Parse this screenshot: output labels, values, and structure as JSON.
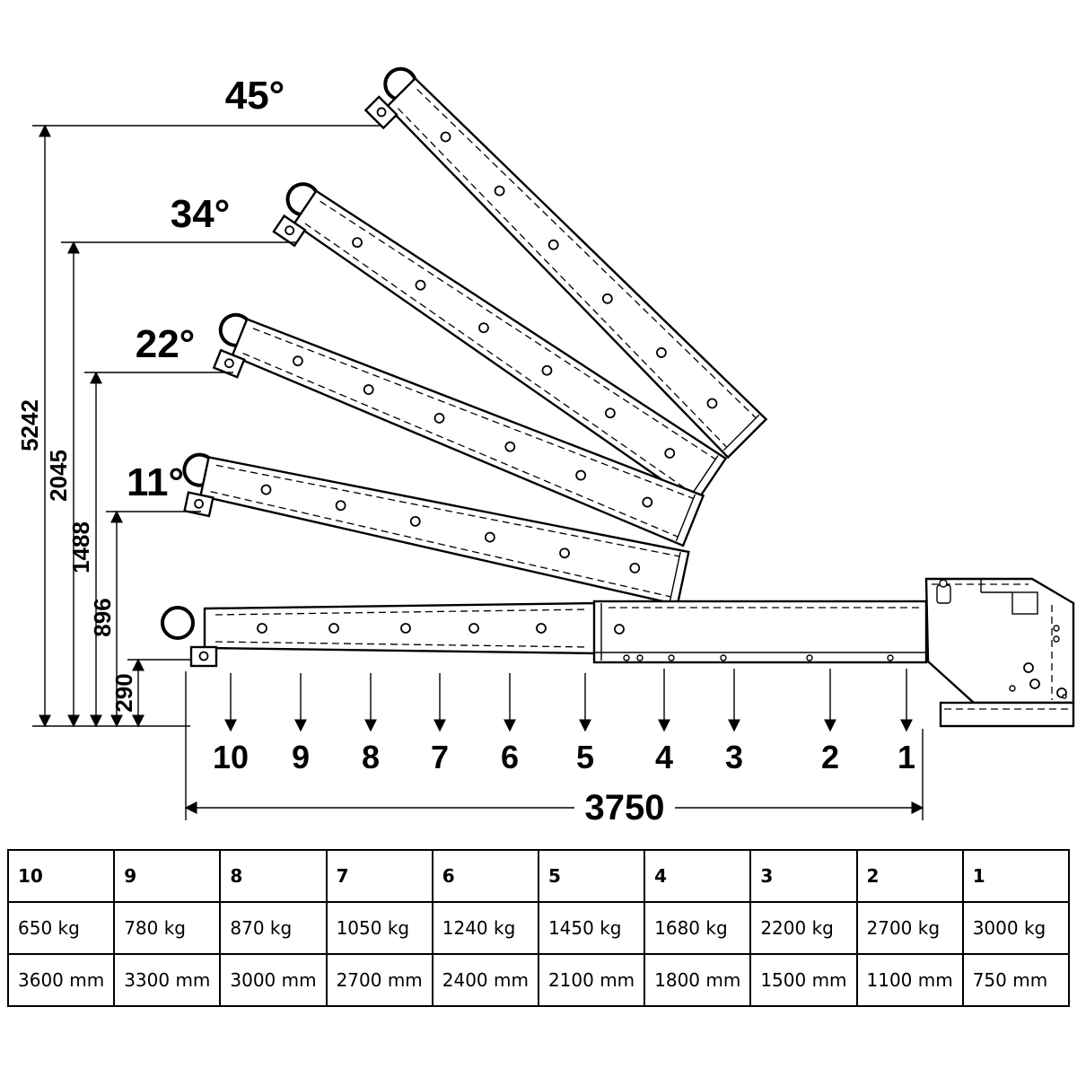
{
  "diagram": {
    "angles": [
      {
        "label": "45°"
      },
      {
        "label": "34°"
      },
      {
        "label": "22°"
      },
      {
        "label": "11°"
      }
    ],
    "height_dimensions": [
      {
        "label": "5242"
      },
      {
        "label": "2045"
      },
      {
        "label": "1488"
      },
      {
        "label": "896"
      },
      {
        "label": "290"
      }
    ],
    "length_dimension": "3750",
    "position_markers": [
      "10",
      "9",
      "8",
      "7",
      "6",
      "5",
      "4",
      "3",
      "2",
      "1"
    ]
  },
  "table": {
    "rows": {
      "positions": [
        "10",
        "9",
        "8",
        "7",
        "6",
        "5",
        "4",
        "3",
        "2",
        "1"
      ],
      "loads": [
        "650 kg",
        "780 kg",
        "870 kg",
        "1050 kg",
        "1240 kg",
        "1450 kg",
        "1680 kg",
        "2200 kg",
        "2700 kg",
        "3000 kg"
      ],
      "lengths": [
        "3600 mm",
        "3300 mm",
        "3000 mm",
        "2700 mm",
        "2400 mm",
        "2100 mm",
        "1800 mm",
        "1500 mm",
        "1100 mm",
        "750 mm"
      ]
    }
  },
  "colors": {
    "line": "#000000",
    "background": "#ffffff"
  }
}
